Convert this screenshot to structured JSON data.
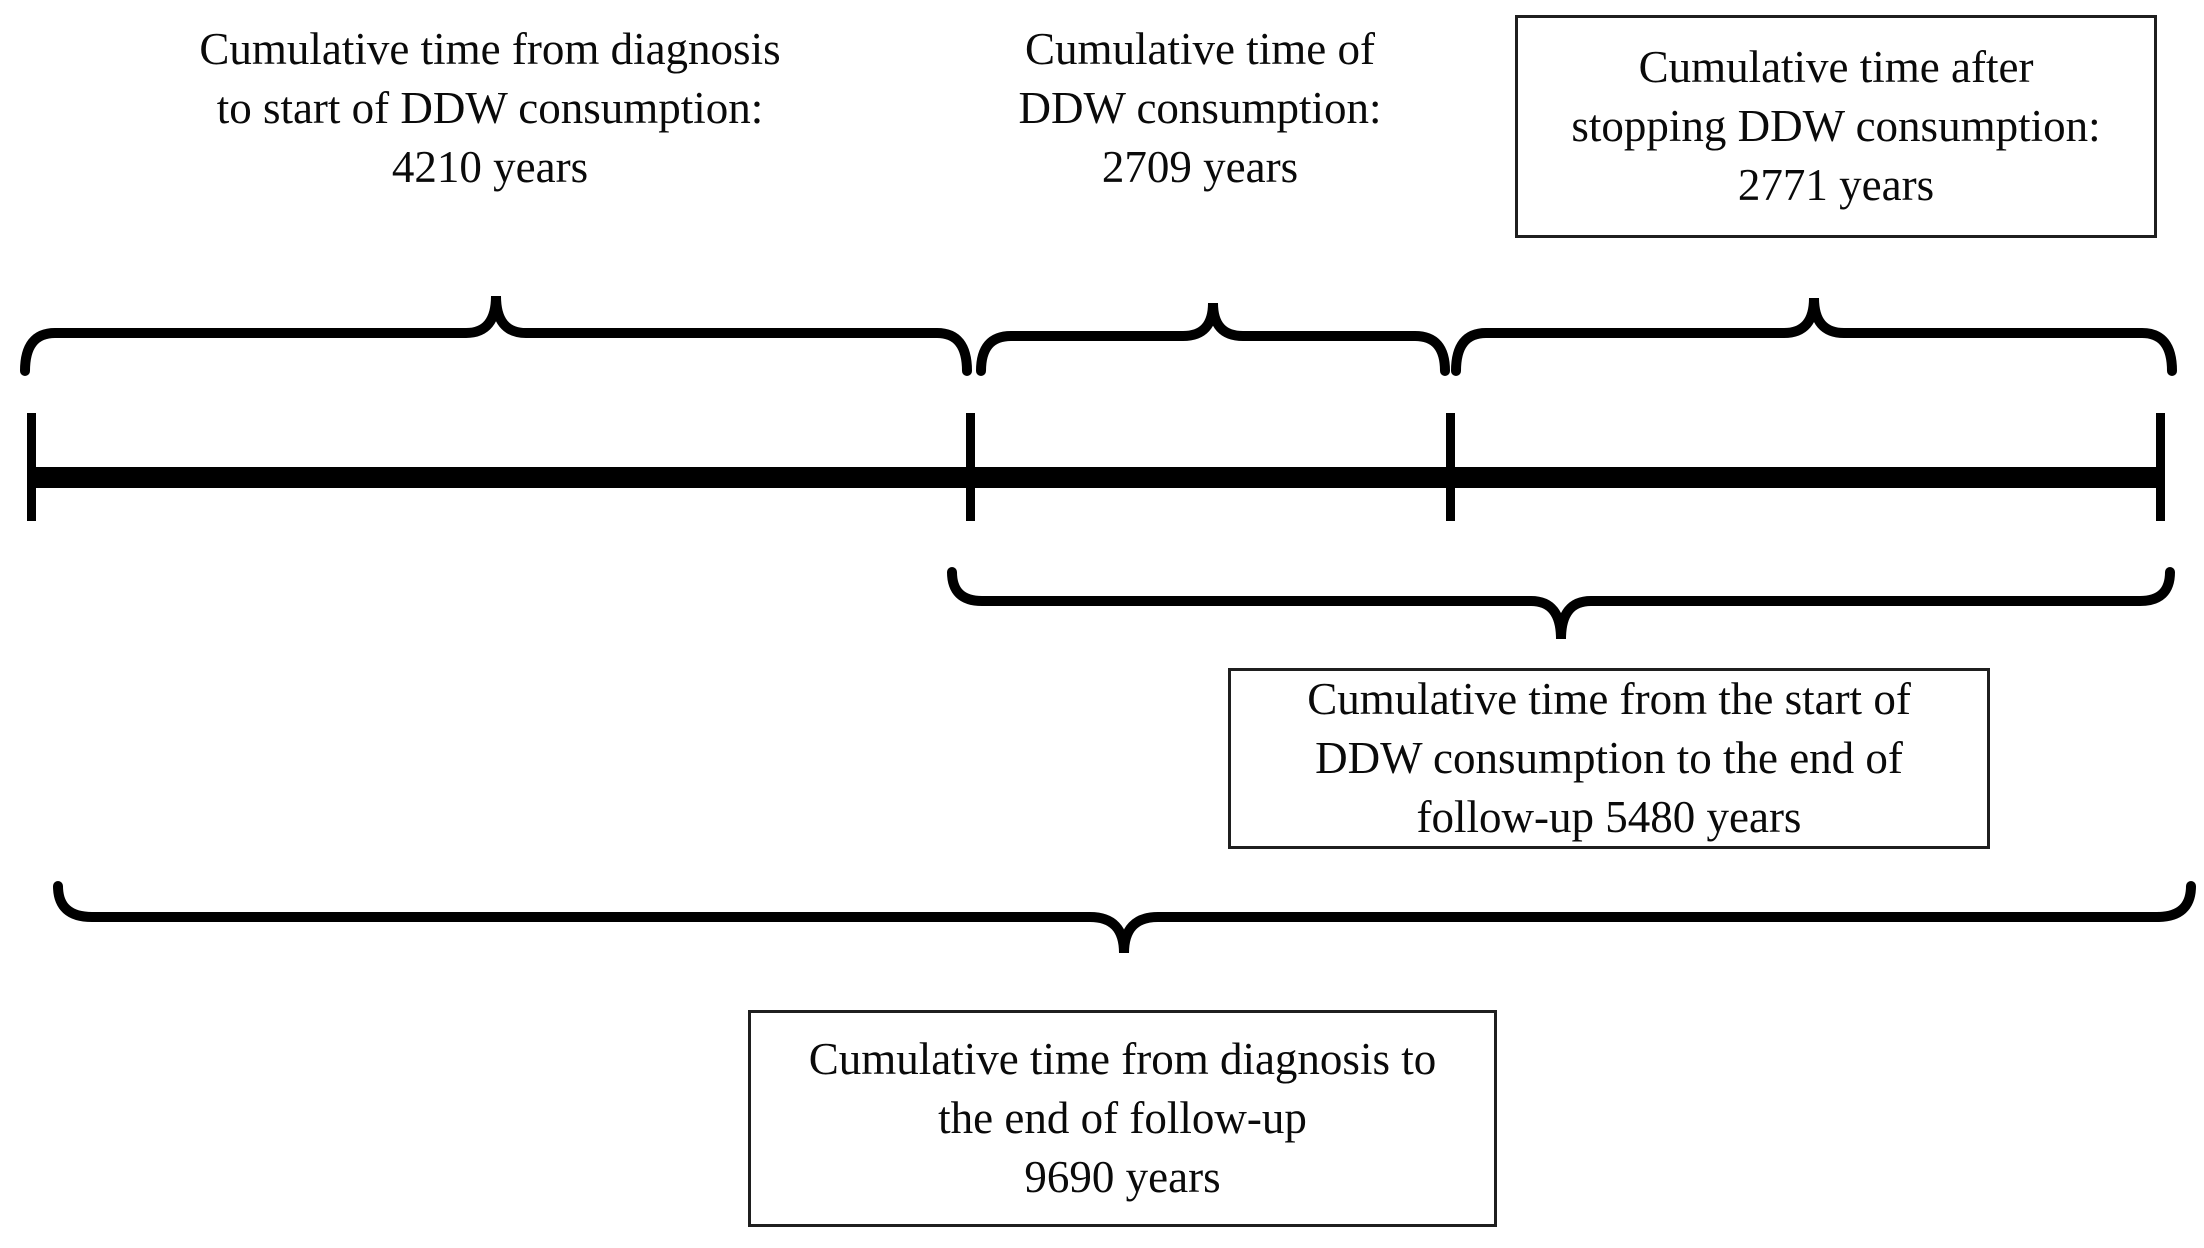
{
  "figure": {
    "background_color": "#ffffff",
    "ink_color": "#000000",
    "labels": {
      "pre_ddw": {
        "lines": [
          "Cumulative time from diagnosis",
          "to start of DDW consumption:",
          "4210 years"
        ]
      },
      "during_ddw": {
        "lines": [
          "Cumulative time of",
          "DDW consumption:",
          "2709 years"
        ]
      },
      "post_ddw": {
        "lines": [
          "Cumulative time after",
          "stopping DDW consumption:",
          "2771 years"
        ]
      },
      "ddw_to_end": {
        "lines": [
          "Cumulative time from the start of",
          "DDW consumption to the end of",
          "follow-up 5480 years"
        ]
      },
      "diagnosis_to_end": {
        "lines": [
          "Cumulative time from diagnosis to",
          "the end of follow-up",
          "9690 years"
        ]
      }
    },
    "values_years": {
      "pre_ddw": 4210,
      "during_ddw": 2709,
      "post_ddw": 2771,
      "ddw_to_end": 5480,
      "diagnosis_to_end": 9690
    }
  }
}
